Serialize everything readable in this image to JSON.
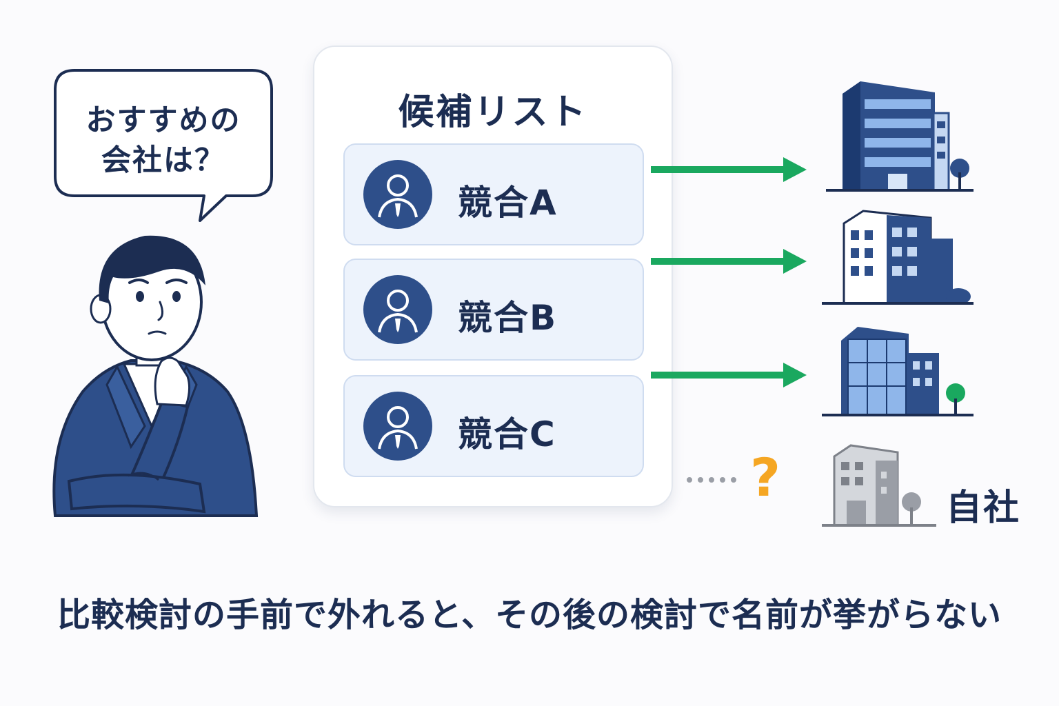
{
  "bubble": {
    "line1": "おすすめの",
    "line2": "会社は？"
  },
  "panel": {
    "title": "候補リスト",
    "items": [
      {
        "label": "競合A"
      },
      {
        "label": "競合B"
      },
      {
        "label": "競合C"
      }
    ]
  },
  "own_company": {
    "label": "自社",
    "marker": "?"
  },
  "caption": "比較検討の手前で外れると、その後の検討で名前が挙がらない",
  "colors": {
    "navy": "#1c2d52",
    "brand_blue": "#2e4f8a",
    "arrow_green": "#1aa85f",
    "question_orange": "#f5a623",
    "card_bg": "#edf3fc",
    "own_building_gray": "#9a9ea6"
  },
  "icons": [
    "thinking-businessman",
    "user-avatar-icon",
    "office-building-icon",
    "question-mark"
  ]
}
